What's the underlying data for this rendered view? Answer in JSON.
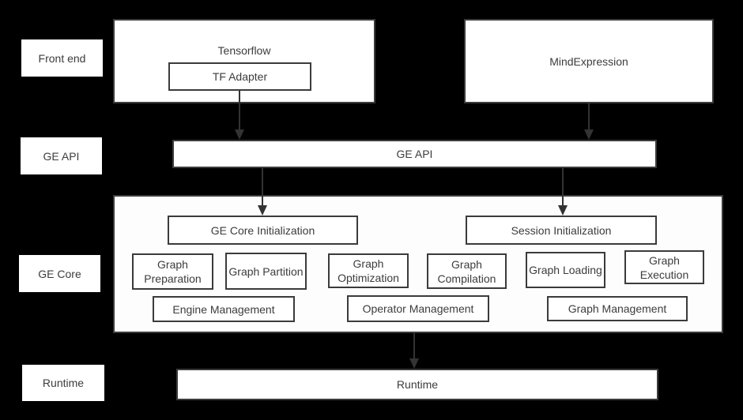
{
  "colors": {
    "background": "#000000",
    "box_fill": "#ffffff",
    "border": "#3b3b3b",
    "text": "#3c3c3c",
    "arrow": "#333333"
  },
  "row_labels": {
    "front_end": "Front end",
    "ge_api": "GE API",
    "ge_core": "GE Core",
    "runtime": "Runtime"
  },
  "frontend": {
    "tensorflow_label": "Tensorflow",
    "tf_adapter_label": "TF Adapter",
    "mindexpression_label": "MindExpression"
  },
  "api": {
    "label": "GE API"
  },
  "core": {
    "init_label": "GE Core Initialization",
    "session_label": "Session Initialization",
    "stages": [
      "Graph Preparation",
      "Graph Partition",
      "Graph Optimization",
      "Graph Compilation",
      "Graph Loading",
      "Graph Execution"
    ],
    "management": [
      "Engine Management",
      "Operator Management",
      "Graph Management"
    ]
  },
  "runtime": {
    "label": "Runtime"
  }
}
